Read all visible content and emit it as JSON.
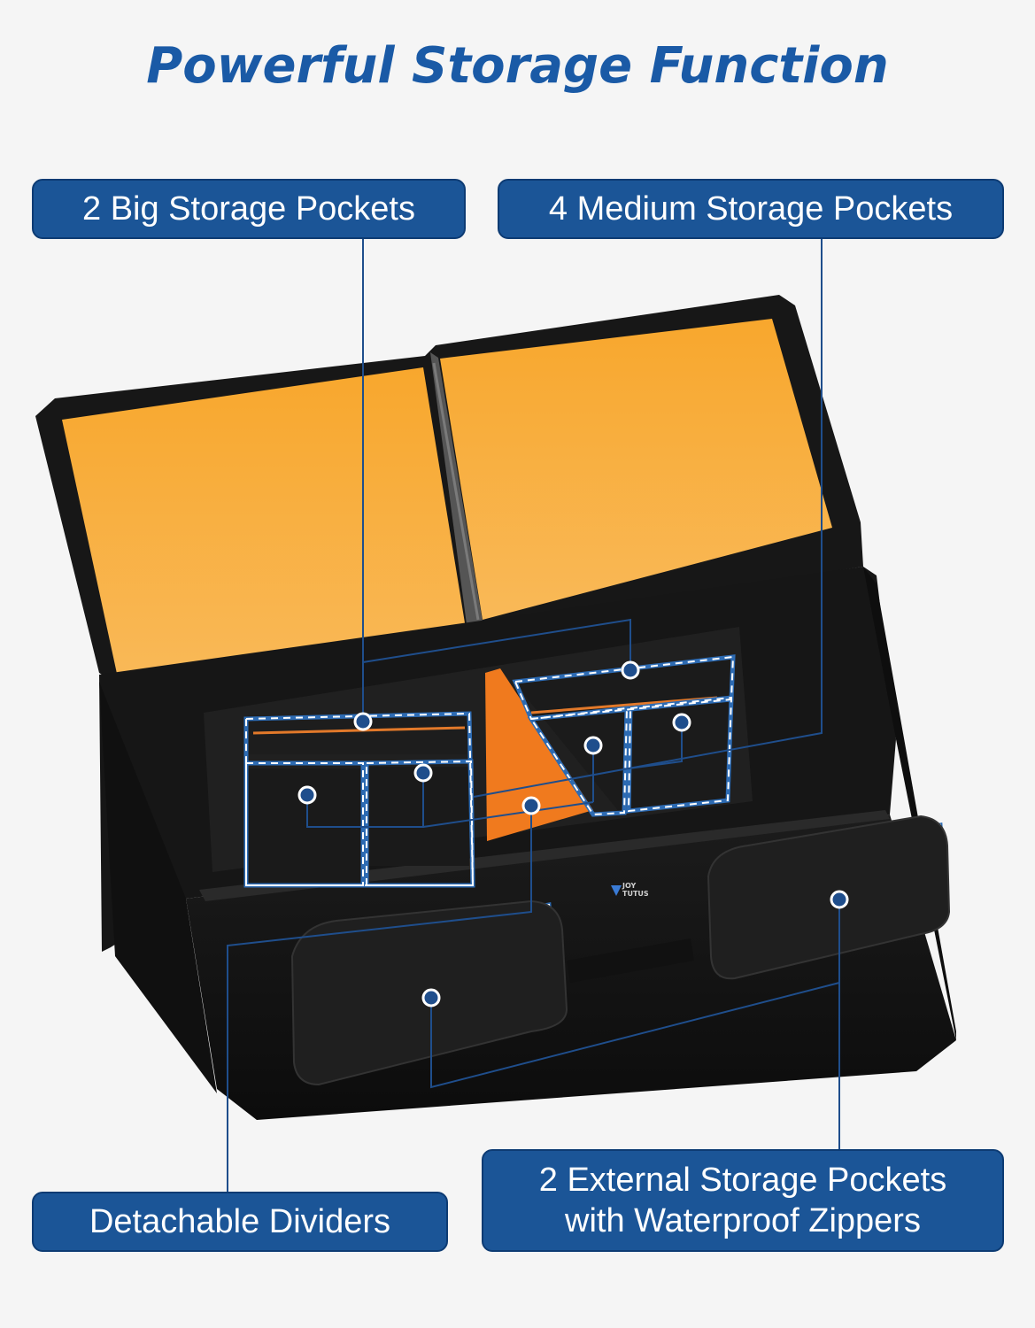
{
  "headline": "Powerful Storage Function",
  "labels": {
    "big_pockets": "2 Big Storage Pockets",
    "medium_pockets": "4 Medium Storage Pockets",
    "dividers": "Detachable Dividers",
    "external_line1": "2 External Storage Pockets",
    "external_line2": "with Waterproof Zippers"
  },
  "brand_line1": "JOY",
  "brand_line2": "TUTUS",
  "colors": {
    "accent_blue": "#1b5597",
    "bag_black": "#141414",
    "lid_orange": "#f7a733",
    "divider_orange": "#f07a1e"
  }
}
